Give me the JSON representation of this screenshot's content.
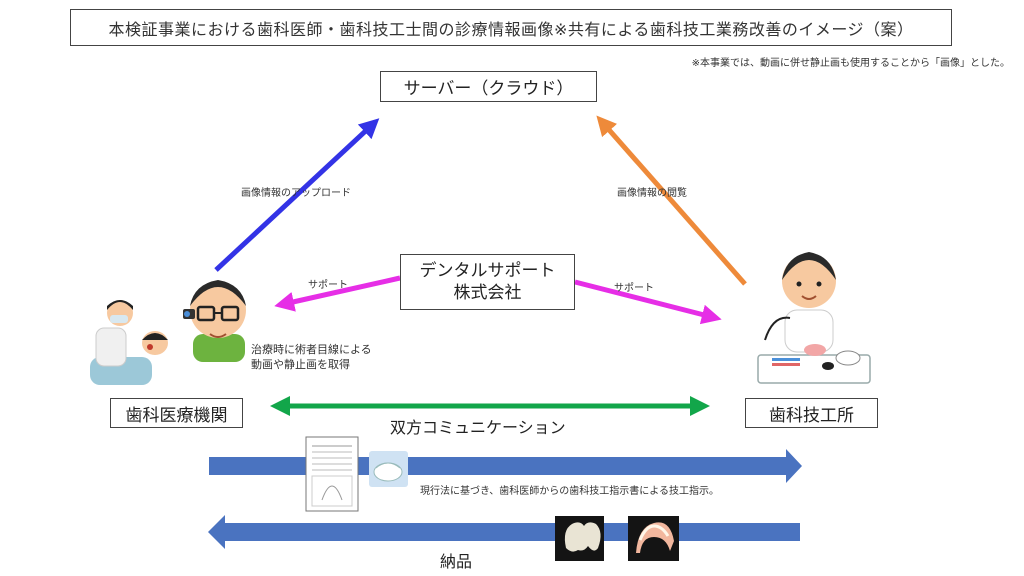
{
  "title": "本検証事業における歯科医師・歯科技工士間の診療情報画像※共有による歯科技工業務改善のイメージ（案）",
  "note": "※本事業では、動画に併せ静止画も使用することから「画像」とした。",
  "nodes": {
    "server": "サーバー（クラウド）",
    "dental_support_line1": "デンタルサポート",
    "dental_support_line2": "株式会社",
    "clinic": "歯科医療機関",
    "lab": "歯科技工所"
  },
  "edges": {
    "upload": "画像情報のアップロード",
    "view": "画像情報の閲覧",
    "support_left": "サポート",
    "support_right": "サポート",
    "bidirectional": "双方コミュニケーション"
  },
  "capture_note": {
    "line1": "治療時に術者目線による",
    "line2": "動画や静止画を取得"
  },
  "flows": {
    "instruction": "現行法に基づき、歯科医師からの歯科技工指示書による技工指示。",
    "delivery": "納品"
  },
  "colors": {
    "upload_arrow": "#3333e6",
    "view_arrow": "#ee8a3a",
    "support_arrow": "#e62ee6",
    "comm_arrow": "#12a64a",
    "flow_arrow": "#4a73c0"
  }
}
